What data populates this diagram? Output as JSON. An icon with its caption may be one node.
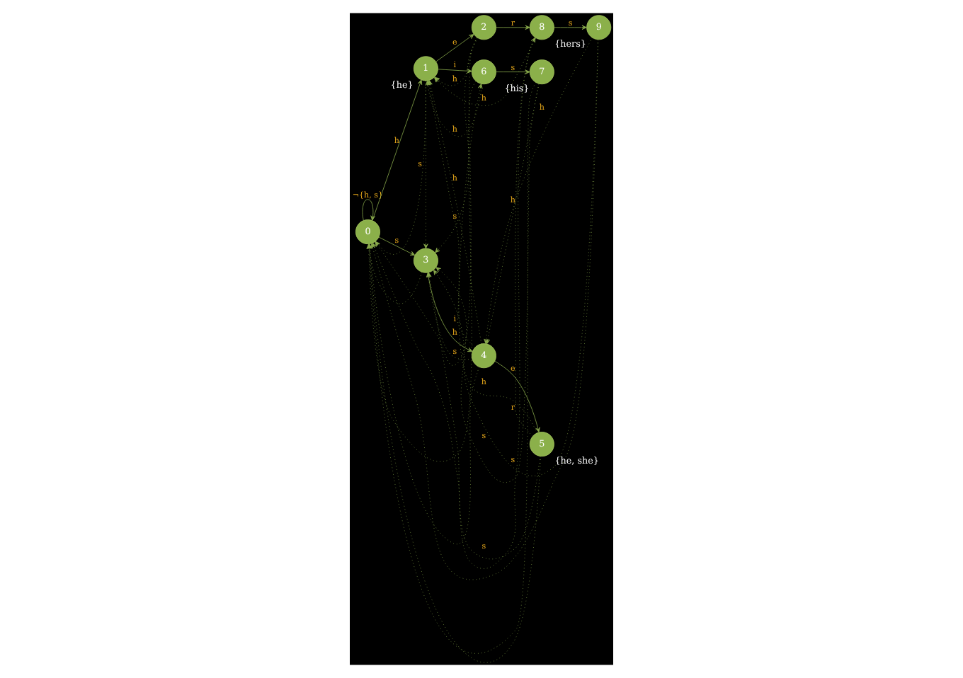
{
  "diagram": {
    "nodes": [
      {
        "text": [
          "0"
        ]
      },
      {
        "text": [
          "1"
        ],
        "beside": [
          "{he}"
        ]
      },
      {
        "text": [
          "2"
        ]
      },
      {
        "text": [
          "8"
        ]
      },
      {
        "text": [
          "9"
        ],
        "beside": [
          "{hers}"
        ]
      },
      {
        "text": [
          "6"
        ]
      },
      {
        "text": [
          "7"
        ],
        "beside": [
          "{his}"
        ]
      },
      {
        "text": [
          "3"
        ]
      },
      {
        "text": [
          "4"
        ]
      },
      {
        "text": [
          "5"
        ],
        "beside": [
          "{he, she}"
        ]
      }
    ],
    "edges": [
      {
        "from": 0,
        "to": 0,
        "arrow": "to",
        "label": "¬{h, s}"
      },
      {
        "from": 0,
        "to": 1,
        "arrow": "to",
        "label": "h"
      },
      {
        "from": 1,
        "to": 2,
        "arrow": "to",
        "label": "e"
      },
      {
        "from": 2,
        "to": 3,
        "arrow": "to",
        "label": "r"
      },
      {
        "from": 3,
        "to": 4,
        "arrow": "to",
        "label": "s"
      },
      {
        "from": 1,
        "to": 5,
        "arrow": "to",
        "label": "i"
      },
      {
        "from": 5,
        "to": 6,
        "arrow": "to",
        "label": "s"
      },
      {
        "from": 0,
        "to": 7,
        "arrow": "to",
        "label": "s"
      },
      {
        "from": 7,
        "to": 8,
        "arrow": "to",
        "label": "h"
      },
      {
        "from": 8,
        "to": 9,
        "arrow": "to",
        "label": "e"
      },
      {
        "from": 2,
        "to": 1,
        "arrow": "to",
        "label": "h",
        "style": "dashed"
      },
      {
        "from": 3,
        "to": 1,
        "arrow": "to",
        "label": "h",
        "style": "dashed"
      },
      {
        "from": 5,
        "to": 1,
        "arrow": "to",
        "label": "h",
        "style": "dashed"
      },
      {
        "from": 8,
        "to": 1,
        "arrow": "to",
        "label": "h",
        "style": "dashed"
      },
      {
        "from": 9,
        "to": 1,
        "arrow": "to",
        "label": "h",
        "style": "dashed"
      },
      {
        "from": 4,
        "to": 8,
        "arrow": "to",
        "label": "h",
        "style": "dashed"
      },
      {
        "from": 6,
        "to": 8,
        "arrow": "to",
        "label": "h",
        "style": "dashed"
      },
      {
        "from": 1,
        "to": 7,
        "arrow": "to",
        "label": "s",
        "style": "dashed"
      },
      {
        "from": 2,
        "to": 7,
        "arrow": "to",
        "label": "s",
        "style": "dashed"
      },
      {
        "from": 4,
        "to": 7,
        "arrow": "to",
        "label": "s",
        "style": "dashed"
      },
      {
        "from": 6,
        "to": 7,
        "arrow": "to",
        "label": "s",
        "style": "dashed"
      },
      {
        "from": 8,
        "to": 7,
        "arrow": "to",
        "label": "s",
        "style": "dashed"
      },
      {
        "from": 9,
        "to": 7,
        "arrow": "to",
        "label": "s",
        "style": "dashed"
      },
      {
        "from": 8,
        "to": 5,
        "arrow": "to",
        "label": "i",
        "style": "dashed"
      },
      {
        "from": 9,
        "to": 3,
        "arrow": "to",
        "label": "r",
        "style": "dashed"
      },
      {
        "from": 1,
        "to": 0,
        "arrow": "to",
        "style": "dashed"
      },
      {
        "from": 2,
        "to": 0,
        "arrow": "to",
        "style": "dashed"
      },
      {
        "from": 3,
        "to": 0,
        "arrow": "to",
        "style": "dashed"
      },
      {
        "from": 4,
        "to": 0,
        "arrow": "to",
        "style": "dashed"
      },
      {
        "from": 5,
        "to": 0,
        "arrow": "to",
        "style": "dashed"
      },
      {
        "from": 6,
        "to": 0,
        "arrow": "to",
        "style": "dashed"
      },
      {
        "from": 7,
        "to": 0,
        "arrow": "to",
        "style": "dashed"
      },
      {
        "from": 8,
        "to": 0,
        "arrow": "to",
        "style": "dashed"
      },
      {
        "from": 9,
        "to": 0,
        "arrow": "to",
        "style": "dashed"
      }
    ]
  }
}
